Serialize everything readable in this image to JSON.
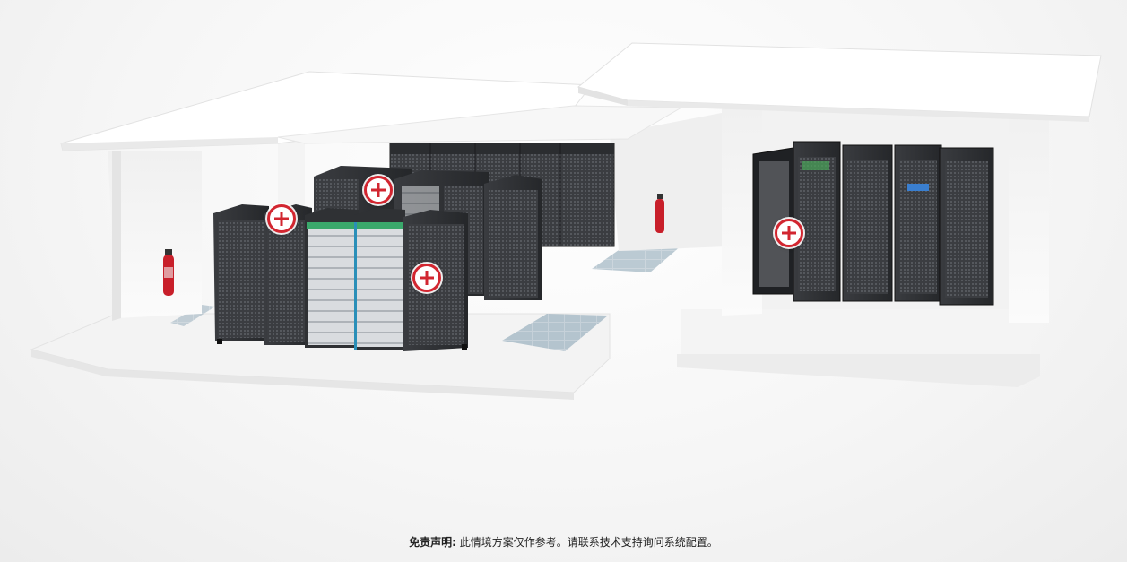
{
  "scene": {
    "hotspots": [
      {
        "name": "hotspot-left-rack-front"
      },
      {
        "name": "hotspot-left-rack-back"
      },
      {
        "name": "hotspot-left-rack-center"
      },
      {
        "name": "hotspot-right-room-rack"
      }
    ]
  },
  "disclaimer": {
    "label": "免责声明:",
    "text": " 此情境方案仅作参考。请联系技术支持询问系统配置。"
  },
  "colors": {
    "hotspot_red": "#d22630",
    "rack_dark": "#2b2d30",
    "rack_accent": "#2a8fb8",
    "floor": "#f2f2f2",
    "wall": "#fafafa"
  }
}
